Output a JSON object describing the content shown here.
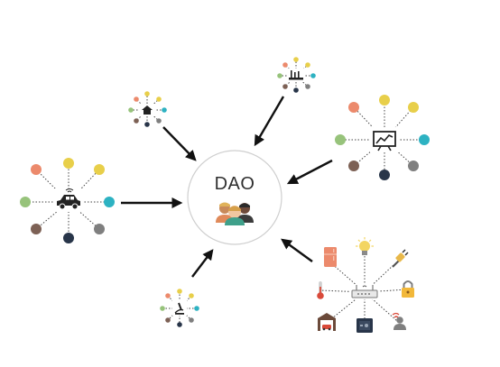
{
  "center": {
    "label": "DAO",
    "icon": "people-group-icon"
  },
  "clusters": [
    {
      "id": "home",
      "icon": "house-icon"
    },
    {
      "id": "factory",
      "icon": "factory-icon"
    },
    {
      "id": "analytics",
      "icon": "monitor-chart-icon"
    },
    {
      "id": "vehicle",
      "icon": "car-icon"
    },
    {
      "id": "microscope",
      "icon": "microscope-icon"
    },
    {
      "id": "smart-home-devices",
      "icon": "router-icon"
    }
  ],
  "devices": [
    {
      "id": "fridge",
      "icon": "fridge-icon"
    },
    {
      "id": "lightbulb",
      "icon": "lightbulb-icon"
    },
    {
      "id": "plug",
      "icon": "plug-icon"
    },
    {
      "id": "thermometer",
      "icon": "thermometer-icon"
    },
    {
      "id": "lock",
      "icon": "lock-icon"
    },
    {
      "id": "garage",
      "icon": "garage-icon"
    },
    {
      "id": "safe",
      "icon": "safe-icon"
    },
    {
      "id": "person-wifi",
      "icon": "person-wifi-icon"
    }
  ],
  "colors": {
    "orange": "#ec8a6c",
    "yellow": "#e8cf4a",
    "green": "#97c37b",
    "teal": "#2db2c2",
    "brown": "#7d6155",
    "navy": "#283549",
    "gray": "#7f7f7f",
    "line": "#111111",
    "circle": "#d0d0d0"
  }
}
